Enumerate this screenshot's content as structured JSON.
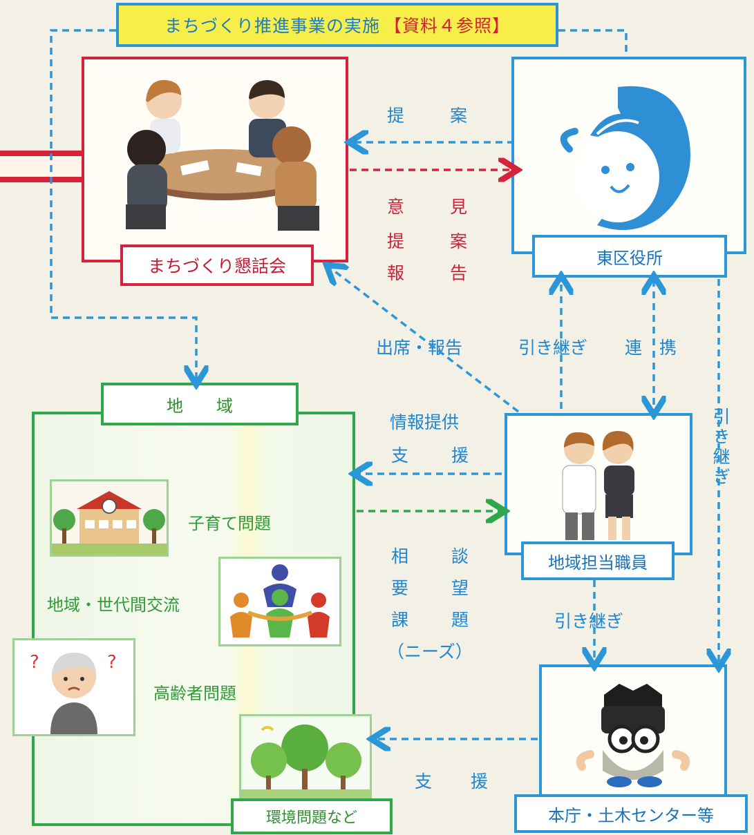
{
  "banner": {
    "main": "まちづくり推進事業の実施",
    "ref": "【資料４参照】"
  },
  "boxes": {
    "konwakai": "まちづくり懇話会",
    "kuyakusho": "東区役所",
    "chiiki": "地　　域",
    "tanto": "地域担当職員",
    "honcho": "本庁・土木センター等"
  },
  "flows": {
    "teian": [
      "提",
      "案"
    ],
    "iken_lines": [
      [
        "意",
        "見"
      ],
      [
        "提",
        "案"
      ],
      [
        "報",
        "告"
      ]
    ],
    "shusseki": "出席・報告",
    "hikitsugi_top": "引き継ぎ",
    "renkei": "連　携",
    "hikitsugi_right": "引き継ぎ",
    "joho": "情報提供",
    "shien_mid": [
      "支",
      "援"
    ],
    "sodan_lines": [
      [
        "相",
        "談"
      ],
      [
        "要",
        "望"
      ],
      [
        "課",
        "題"
      ]
    ],
    "needs": "（ニーズ）",
    "hikitsugi_bottom": "引き継ぎ",
    "shien_bottom": [
      "支",
      "援"
    ]
  },
  "issues": {
    "kosodate": "子育て問題",
    "koryu": "地域・世代間交流",
    "koreisha": "高齢者問題",
    "kankyo": "環境問題など"
  },
  "colors": {
    "red": "#d5233b",
    "blue": "#2b97d8",
    "green": "#2ea84a",
    "banner": "#f7ee4a"
  },
  "icons": [
    "meeting-illustration",
    "mascot-icon",
    "staff-illustration",
    "castle-mascot-icon",
    "school-icon",
    "people-circle-icon",
    "elderly-icon",
    "trees-icon"
  ]
}
